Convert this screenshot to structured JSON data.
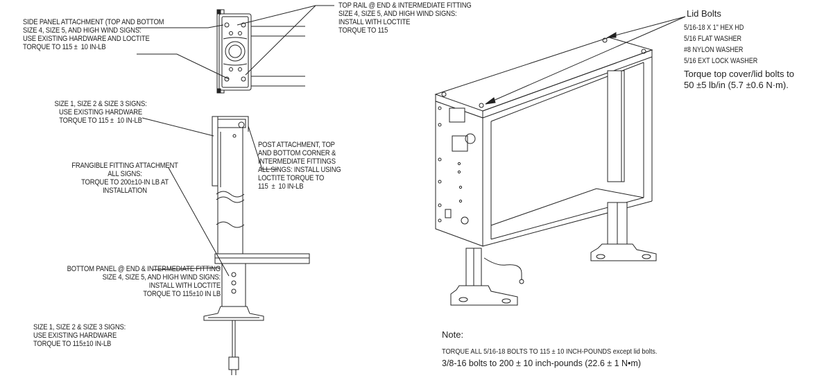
{
  "left_callouts": {
    "side_panel": "SIDE PANEL ATTACHMENT (TOP AND BOTTOM\nSIZE 4, SIZE 5, AND HIGH WIND SIGNS:\nUSE EXISTING HARDWARE AND LOCTITE\nTORQUE TO 115 ±  10 IN-LB",
    "top_rail": "TOP RAIL @ END & INTERMEDIATE FITTING\nSIZE 4, SIZE 5, AND HIGH WIND SIGNS:\nINSTALL WITH LOCTITE\nTORQUE TO 115",
    "size123_top": "SIZE 1, SIZE 2 & SIZE 3 SIGNS:\nUSE EXISTING HARDWARE\nTORQUE TO 115 ±  10 IN-LB",
    "post_attachment": "POST ATTACHMENT, TOP\nAND BOTTOM CORNER &\nINTERMEDIATE FITTINGS\nALL SINGS: INSTALL USING\nLOCTITE TORQUE TO\n115  ±  10 IN-LB",
    "frangible": "FRANGIBLE FITTING ATTACHMENT\nALL SIGNS:\nTORQUE TO 200±10-IN LB AT\nINSTALLATION",
    "bottom_panel": "BOTTOM PANEL @ END & INTERMEDIATE FITTING\nSIZE 4, SIZE 5, AND HIGH WIND SIGNS:\nINSTALL WITH LOCTITE\nTORQUE TO 115±10 IN LB",
    "size123_bottom": "SIZE 1, SIZE 2 & SIZE 3 SIGNS:\nUSE EXISTING HARDWARE\nTORQUE TO 115±10 IN-LB"
  },
  "lid_bolts": {
    "title": "Lid Bolts",
    "items": [
      "5/16-18 X 1\" HEX HD",
      "5/16 FLAT WASHER",
      "#8 NYLON WASHER",
      "5/16 EXT LOCK WASHER"
    ],
    "torque": "Torque top cover/lid bolts to\n50 ±5 lb/in (5.7 ±0.6 N·m)."
  },
  "note": {
    "label": "Note:",
    "line1": "TORQUE ALL 5/16-18 BOLTS TO 115 ± 10 INCH-POUNDS except lid bolts.",
    "line2": "3/8-16 bolts to 200 ± 10 inch-pounds (22.6 ± 1 N•m)"
  }
}
